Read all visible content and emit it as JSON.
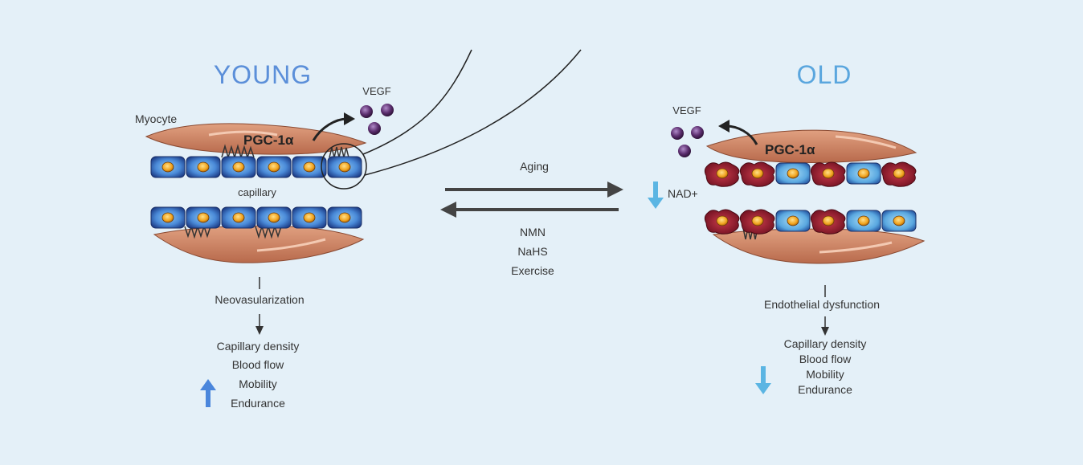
{
  "colors": {
    "background": "#e4f0f8",
    "young_title": "#5b8fd9",
    "old_title": "#5aa6de",
    "myocyte": "#d08a6a",
    "cell_blue": "#3d7bd0",
    "cell_red": "#9b1e2e",
    "nucleus": "#f0a21c",
    "vegf": "#5b2d6e",
    "up_arrow": "#4a86dc",
    "down_arrow": "#5bb5e3",
    "process_arrow": "#444444"
  },
  "young": {
    "title": "YOUNG",
    "myocyte_label": "Myocyte",
    "pgc_label": "PGC-1α",
    "vegf_label": "VEGF",
    "capillary_label": "capillary",
    "process": "Neovasularization",
    "outcomes": [
      "Capillary density",
      "Blood flow",
      "Mobility",
      "Endurance"
    ],
    "outcome_trend": "up",
    "icons": [
      "up-arrow-icon"
    ]
  },
  "old": {
    "title": "OLD",
    "pgc_label": "PGC-1α",
    "vegf_label": "VEGF",
    "nad_label": "NAD+",
    "process": "Endothelial dysfunction",
    "outcomes": [
      "Capillary density",
      "Blood flow",
      "Mobility",
      "Endurance"
    ],
    "outcome_trend": "down",
    "icons": [
      "down-arrow-icon"
    ]
  },
  "center": {
    "forward_label": "Aging",
    "reverse_labels": [
      "NMN",
      "NaHS",
      "Exercise"
    ]
  }
}
